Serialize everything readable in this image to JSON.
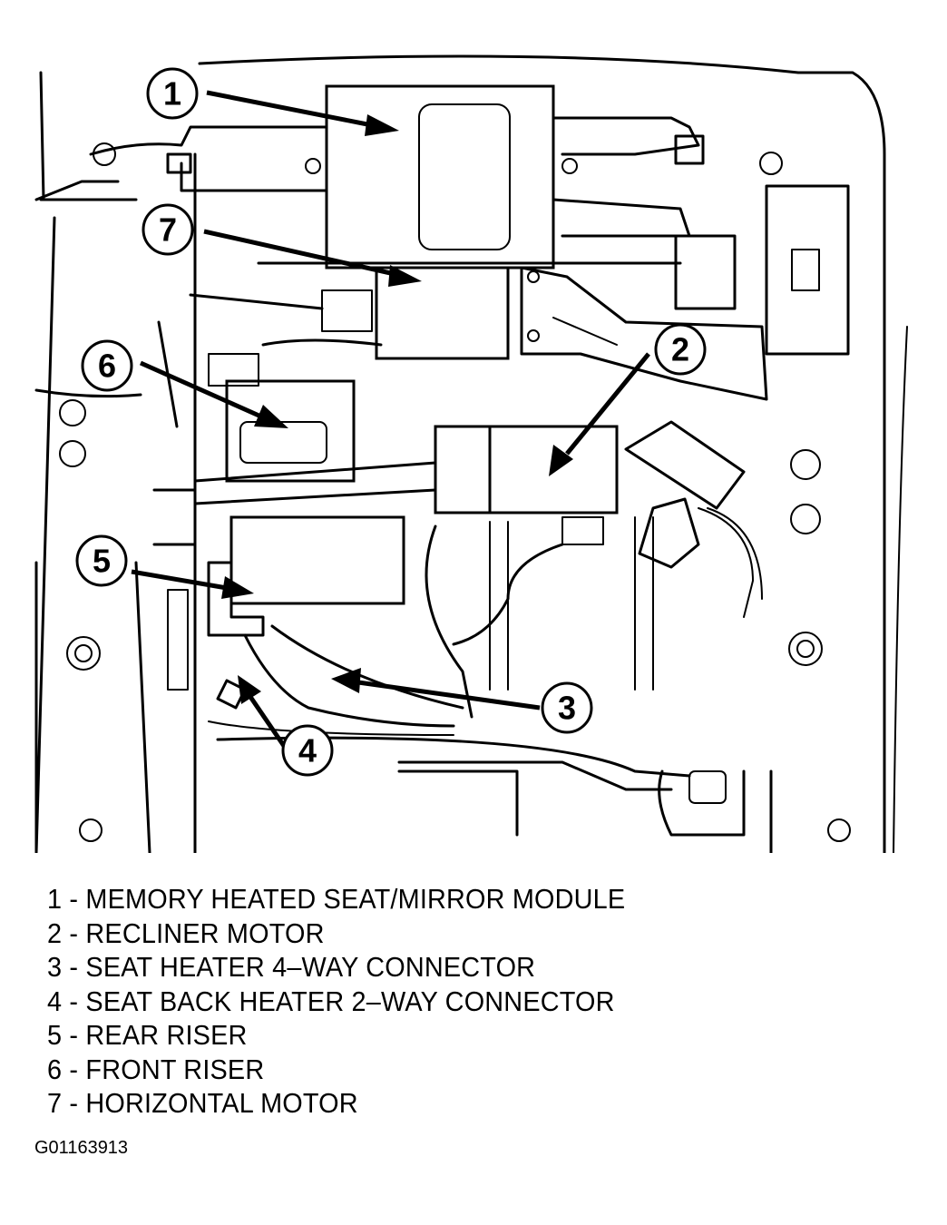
{
  "callouts": [
    {
      "number": "1",
      "label": "MEMORY HEATED SEAT/MIRROR MODULE"
    },
    {
      "number": "2",
      "label": "RECLINER MOTOR"
    },
    {
      "number": "3",
      "label": "SEAT HEATER 4–WAY CONNECTOR"
    },
    {
      "number": "4",
      "label": "SEAT BACK HEATER 2–WAY CONNECTOR"
    },
    {
      "number": "5",
      "label": "REAR RISER"
    },
    {
      "number": "6",
      "label": "FRONT RISER"
    },
    {
      "number": "7",
      "label": "HORIZONTAL MOTOR"
    }
  ],
  "legend": [
    {
      "number": "1",
      "separator": " - ",
      "text": "MEMORY HEATED SEAT/MIRROR MODULE"
    },
    {
      "number": "2",
      "separator": " - ",
      "text": "RECLINER MOTOR"
    },
    {
      "number": "3",
      "separator": " - ",
      "text": "SEAT HEATER 4–WAY CONNECTOR"
    },
    {
      "number": "4",
      "separator": " - ",
      "text": "SEAT BACK HEATER 2–WAY CONNECTOR"
    },
    {
      "number": "5",
      "separator": " - ",
      "text": "REAR RISER"
    },
    {
      "number": "6",
      "separator": " - ",
      "text": "FRONT RISER"
    },
    {
      "number": "7",
      "separator": " - ",
      "text": "HORIZONTAL MOTOR"
    }
  ],
  "figure_id": "G01163913"
}
